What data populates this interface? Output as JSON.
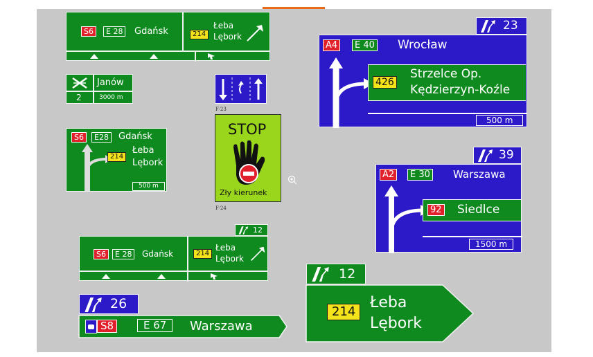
{
  "colors": {
    "green": "#0f8a1f",
    "blue": "#2c19c8",
    "red": "#e0212b",
    "yellow": "#f4e31a",
    "canvas": "#c8c8c8",
    "accent": "#ea6a1b"
  },
  "viewer": {
    "zoom_icon": "zoom-in-icon"
  },
  "sign_a": {
    "left": {
      "red": "S6",
      "e": "E 28",
      "city": "Gdańsk"
    },
    "right": {
      "num": "214",
      "l1": "Łeba",
      "l2": "Lębork"
    }
  },
  "sign_b": {
    "exit": "2",
    "place": "Janów",
    "dist": "3000 m"
  },
  "sign_c": {
    "caption": "F-23"
  },
  "sign_d": {
    "red": "S6",
    "e": "E28",
    "city": "Gdańsk",
    "num": "214",
    "l1": "Łeba",
    "l2": "Lębork",
    "dist": "500 m"
  },
  "sign_e": {
    "top": "STOP",
    "bottom": "Zły kierunek",
    "caption": "F-24"
  },
  "sign_f": {
    "exit_no": "23",
    "red": "A4",
    "e": "E 40",
    "city": "Wrocław",
    "num": "426",
    "l1": "Strzelce Op.",
    "l2": "Kędzierzyn-Koźle",
    "dist": "500 m"
  },
  "sign_g": {
    "exit_no": "39",
    "red": "A2",
    "e": "E 30",
    "city": "Warszawa",
    "num": "92",
    "l1": "Siedlce",
    "dist": "1500 m"
  },
  "sign_h": {
    "exit_no": "12",
    "red": "S6",
    "e": "E 28",
    "city": "Gdańsk",
    "num": "214",
    "l1": "Łeba",
    "l2": "Lębork"
  },
  "sign_i": {
    "exit_no": "26",
    "red": "S8",
    "e": "E 67",
    "city": "Warszawa"
  },
  "sign_j": {
    "exit_no": "12",
    "num": "214",
    "l1": "Łeba",
    "l2": "Lębork"
  }
}
